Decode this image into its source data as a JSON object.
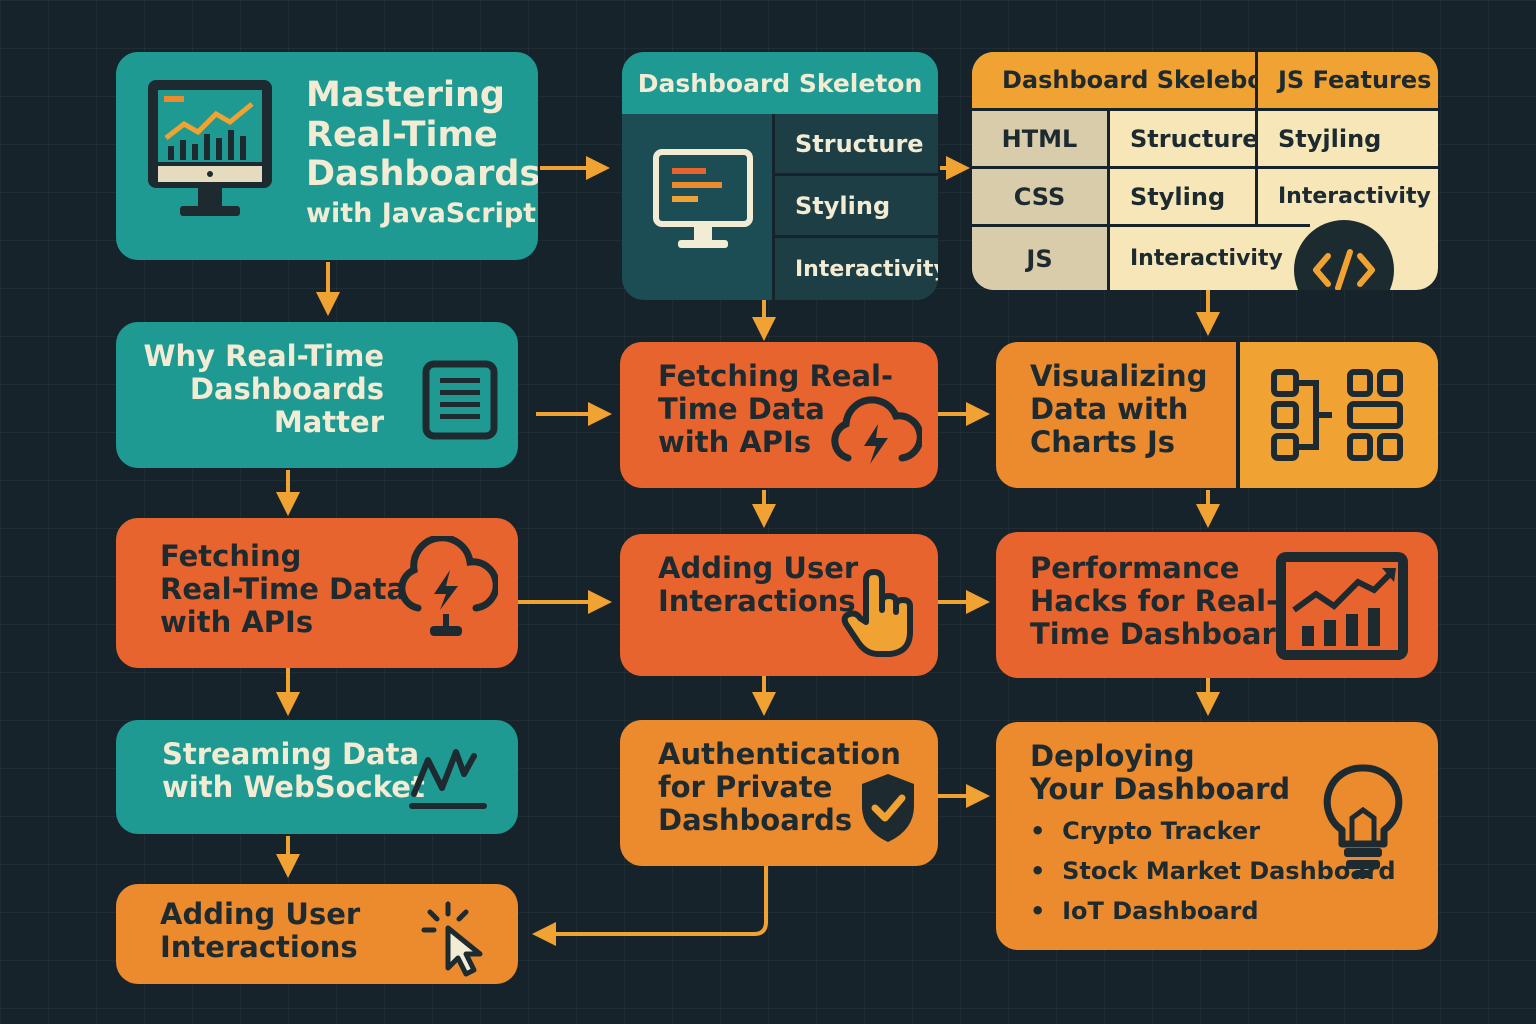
{
  "nodes": {
    "mastering": {
      "lines": [
        "Mastering",
        "Real-Time",
        "Dashboards",
        "with JavaScript"
      ]
    },
    "skeleton": {
      "title": "Dashboard Skeleton",
      "rows": [
        "Structure",
        "Styling",
        "Interactivity"
      ]
    },
    "features_table": {
      "headers": [
        "Dashboard Skelebon",
        "JS Features"
      ],
      "rows": [
        [
          "HTML",
          "Structure",
          "Styjling"
        ],
        [
          "CSS",
          "Styling",
          "Interactivity"
        ],
        [
          "JS",
          "Interactivity",
          ""
        ]
      ]
    },
    "why": {
      "lines": [
        "Why Real-Time",
        "Dashboards",
        "Matter"
      ]
    },
    "fetch_mid": {
      "lines": [
        "Fetching Real-",
        "Time Data",
        "with APIs"
      ]
    },
    "visualizing": {
      "lines": [
        "Visualizing",
        "Data with",
        "Charts Js"
      ]
    },
    "fetch_left": {
      "lines": [
        "Fetching",
        "Real-Time Data",
        "with APIs"
      ]
    },
    "interactions_mid": {
      "lines": [
        "Adding User",
        "Interactions"
      ]
    },
    "performance": {
      "lines": [
        "Performance",
        "Hacks for Real-",
        "Time Dashboards"
      ]
    },
    "streaming": {
      "lines": [
        "Streaming Data",
        "with WebSocket"
      ]
    },
    "auth": {
      "lines": [
        "Authentication",
        "for Private",
        "Dashboards"
      ]
    },
    "deploying": {
      "lines": [
        "Deploying",
        "Your Dashboard"
      ],
      "bullets": [
        "Crypto Tracker",
        "Stock Market Dashboard",
        "IoT Dashboard"
      ]
    },
    "interactions_bottom": {
      "lines": [
        "Adding User",
        "Interactions"
      ]
    }
  },
  "icons": [
    "monitor-chart-icon",
    "code-monitor-icon",
    "code-brackets-icon",
    "document-list-icon",
    "cloud-bolt-icon",
    "flowchart-grid-icon",
    "cloud-upload-icon",
    "hand-pointer-icon",
    "trend-chart-icon",
    "wave-chart-icon",
    "shield-check-icon",
    "lightbulb-icon",
    "cursor-click-icon"
  ],
  "colors": {
    "background": "#16232a",
    "teal": "#1f9a93",
    "dark_teal": "#1c4d55",
    "deep_orange": "#e8642f",
    "orange": "#ec8a2e",
    "amber": "#f0a233",
    "cream": "#f6e6b8",
    "arrow": "#f0a233"
  }
}
